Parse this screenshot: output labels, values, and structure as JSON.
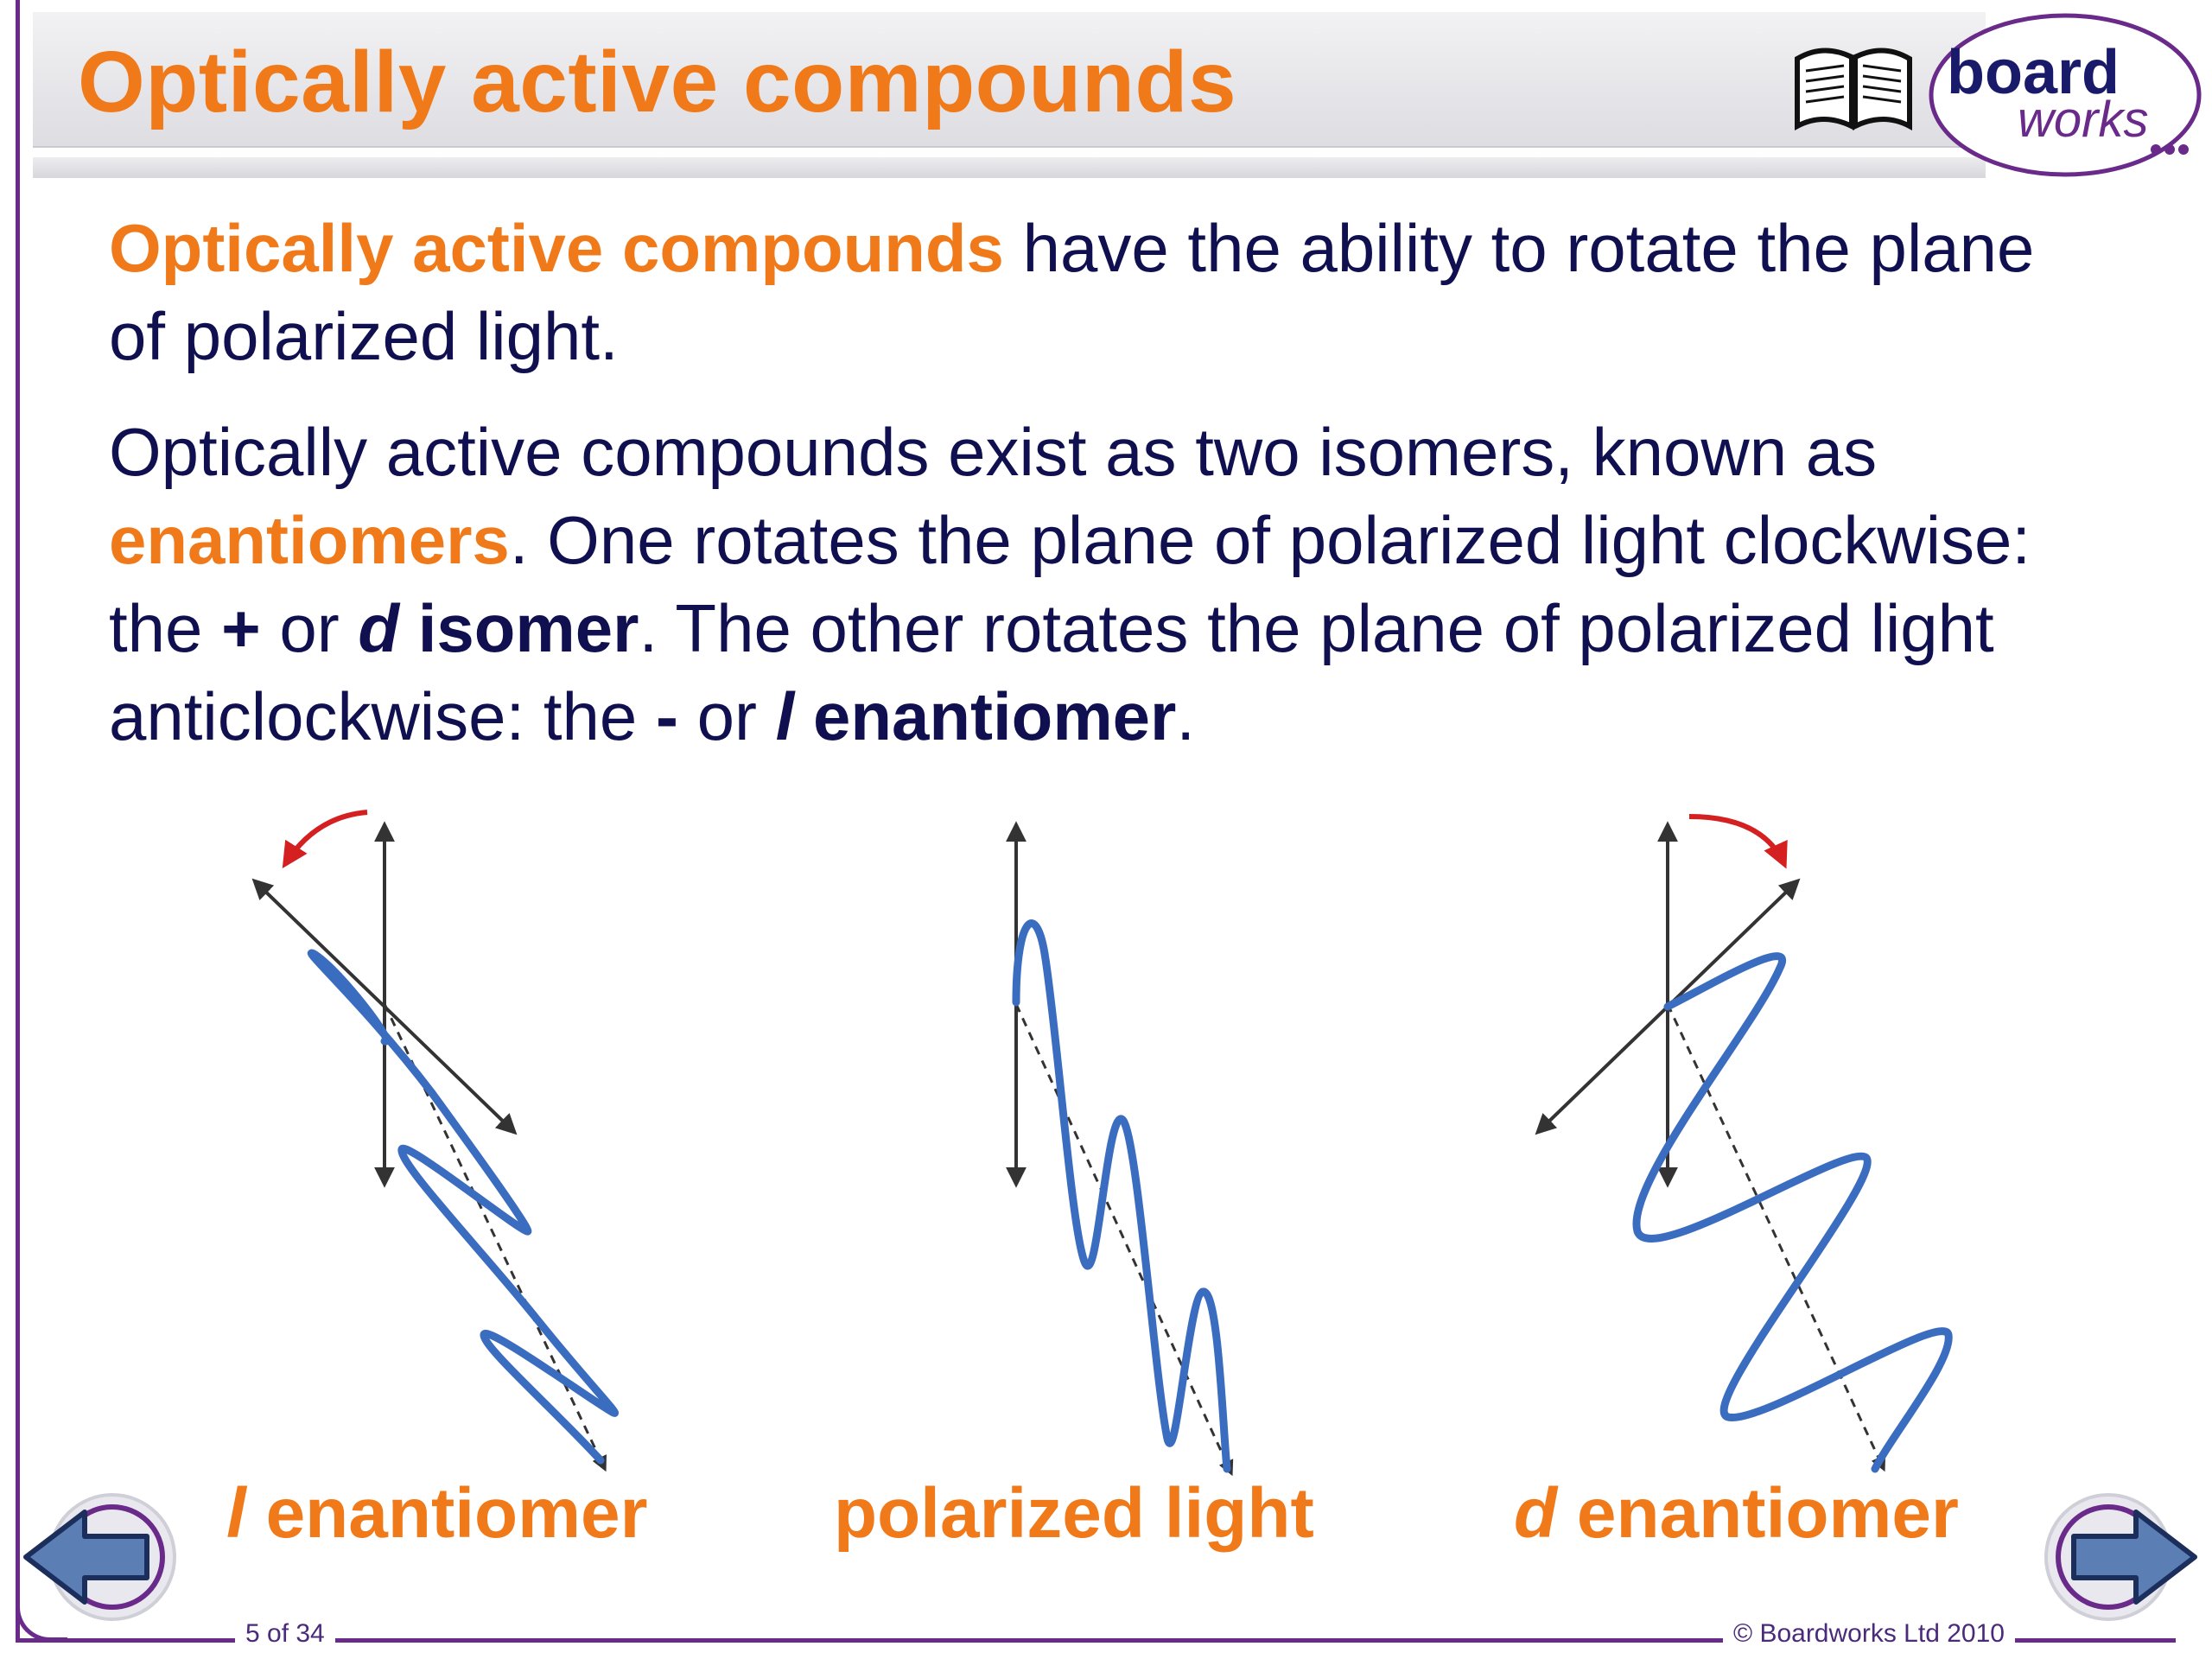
{
  "title": "Optically active compounds",
  "logo": {
    "line1": "board",
    "line2": "works"
  },
  "paragraph1": {
    "term": "Optically active compounds",
    "rest": " have the ability to rotate the plane of polarized light."
  },
  "paragraph2": {
    "intro": "Optically active compounds exist as two isomers, known as ",
    "term": "enantiomers",
    "p1": ". One rotates the plane of polarized light clockwise: the ",
    "plus": "+",
    "or1": " or ",
    "d": "d",
    "isomer": " isomer",
    "p2": ". The other rotates the plane of polarized light anticlockwise: the ",
    "minus": "-",
    "or2": " or ",
    "l": "l",
    "enantiomer": " enantiomer",
    "end": "."
  },
  "diagram_labels": {
    "l_symbol": "l",
    "l_text": " enantiomer",
    "polarized": "polarized light",
    "d_symbol": "d",
    "d_text": " enantiomer"
  },
  "footer": {
    "page": "5 of 34",
    "copyright": "© Boardworks Ltd 2010"
  },
  "colors": {
    "accent": "#f07a1a",
    "text": "#101050",
    "frame": "#6a2a8a",
    "wave": "#3a6cc0",
    "rotation_arrow": "#d42020"
  },
  "icons": [
    "book-icon",
    "boardworks-logo",
    "previous-arrow-icon",
    "next-arrow-icon"
  ]
}
